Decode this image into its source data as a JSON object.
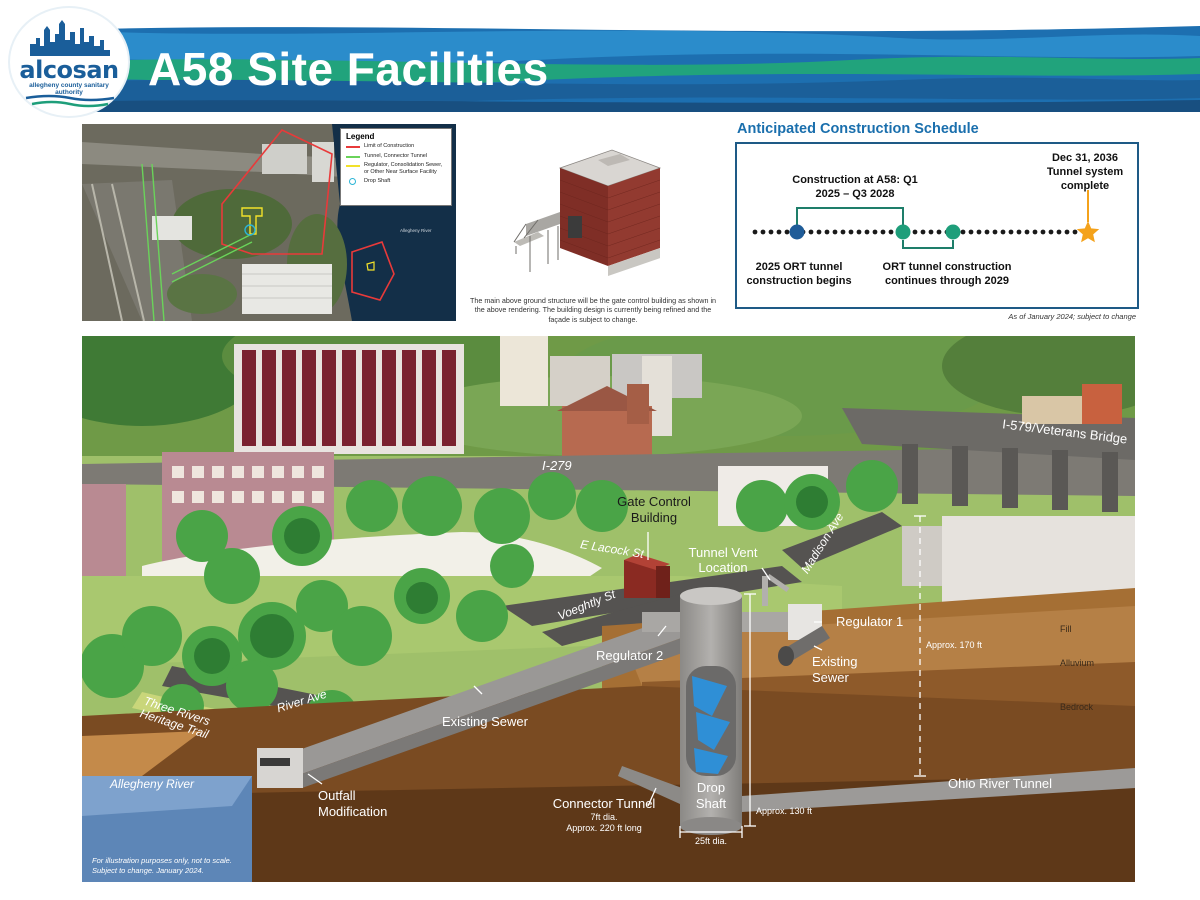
{
  "header": {
    "title": "A58 Site Facilities",
    "logo_text": "alcosan",
    "logo_subtext": "allegheny county sanitary authority"
  },
  "colors": {
    "brand_blue": "#1a5e9a",
    "brand_green": "#1e9e7a",
    "schedule_blue": "#1a6fad",
    "star": "#f4a21b"
  },
  "map": {
    "legend_title": "Legend",
    "legend_items": [
      {
        "label": "Limit of Construction",
        "color": "#e83a3a",
        "kind": "line"
      },
      {
        "label": "Tunnel, Connector Tunnel",
        "color": "#6ad35a",
        "kind": "line"
      },
      {
        "label": "Regulator, Consolidation Sewer, or Other Near Surface Facility",
        "color": "#f2e12a",
        "kind": "line"
      },
      {
        "label": "Drop Shaft",
        "color": "#2cb5d6",
        "kind": "circle"
      }
    ],
    "river_label": "Allegheny River"
  },
  "building": {
    "caption": "The main above ground structure will be the gate control building as shown in the above rendering. The building design is currently being refined and the façade is subject to change."
  },
  "schedule": {
    "title": "Anticipated Construction Schedule",
    "milestone_a58": "Construction at A58: Q1 2025 – Q3 2028",
    "milestone_2025": "2025 ORT tunnel construction begins",
    "milestone_continue": "ORT tunnel construction continues through 2029",
    "milestone_complete": "Dec 31, 2036 Tunnel system complete",
    "note": "As of January 2024; subject to change"
  },
  "diagram": {
    "labels": {
      "i579": "I-579/Veterans Bridge",
      "i279": "I-279",
      "gate_control": "Gate Control Building",
      "e_lacock": "E Lacock St",
      "tunnel_vent": "Tunnel Vent Location",
      "madison": "Madison Ave",
      "voeghtly": "Voeghtly St",
      "regulator1": "Regulator 1",
      "regulator2": "Regulator 2",
      "existing_sewer_right": "Existing Sewer",
      "existing_sewer_main": "Existing Sewer",
      "three_rivers": "Three Rivers Heritage Trail",
      "river_ave": "River Ave",
      "allegheny": "Allegheny River",
      "outfall": "Outfall Modification",
      "connector": "Connector Tunnel",
      "connector_dia": "7ft dia.",
      "connector_len": "Approx. 220 ft long",
      "drop_shaft": "Drop Shaft",
      "shaft_dia": "25ft dia.",
      "approx_130": "Approx. 130 ft",
      "approx_170": "Approx. 170 ft",
      "ohio_tunnel": "Ohio River Tunnel",
      "fill": "Fill",
      "alluvium": "Alluvium",
      "bedrock": "Bedrock",
      "disclaimer": "For illustration purposes only, not to scale. Subject to change. January 2024."
    }
  }
}
